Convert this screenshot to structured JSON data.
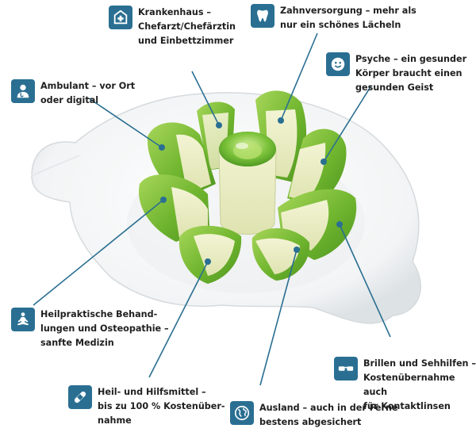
{
  "accent_color": "#2a6f92",
  "line_color": "#2a6f92",
  "image": {
    "subject": "apple slicer with green apple",
    "apple_color": "#7fc241",
    "flesh_color": "#eef0c8"
  },
  "callouts": [
    {
      "id": "krankenhaus",
      "icon": "hospital-icon",
      "label": "Krankenhaus –\nChefarzt/Chefärztin\nund Einbettzimmer"
    },
    {
      "id": "zahn",
      "icon": "tooth-icon",
      "label": "Zahnversorgung – mehr als\nnur ein schönes Lächeln"
    },
    {
      "id": "psyche",
      "icon": "smiley-icon",
      "label": "Psyche – ein gesunder\nKörper braucht einen\ngesunden Geist"
    },
    {
      "id": "ambulant",
      "icon": "doctor-icon",
      "label": "Ambulant – vor Ort\noder digital"
    },
    {
      "id": "heilpraktiker",
      "icon": "meditation-icon",
      "label": "Heilpraktische Behand-\nlungen und Osteopathie –\nsanfte Medizin"
    },
    {
      "id": "brillen",
      "icon": "glasses-icon",
      "label": "Brillen und Sehhilfen –\nKostenübernahme auch\nfür Kontaktlinsen"
    },
    {
      "id": "heilmittel",
      "icon": "bandage-icon",
      "label": "Heil- und Hilfsmittel –\nbis zu 100 % Kostenüber-\nnahme"
    },
    {
      "id": "ausland",
      "icon": "globe-icon",
      "label": "Ausland – auch in der Ferne\nbestens abgesichert"
    }
  ]
}
